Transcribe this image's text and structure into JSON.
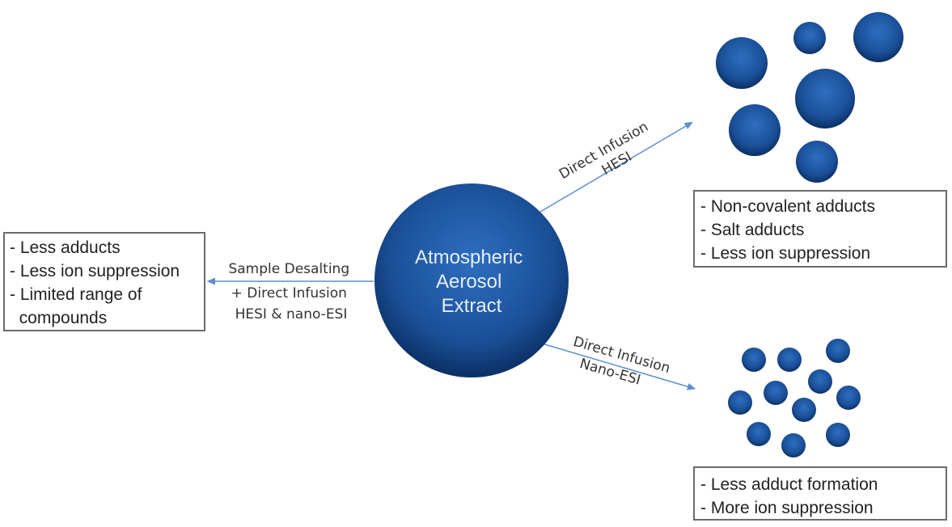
{
  "center": {
    "lines": [
      "Atmospheric",
      "Aerosol",
      "Extract"
    ]
  },
  "paths": {
    "left": {
      "lines": [
        "Sample Desalting",
        "+ Direct Infusion",
        "HESI & nano-ESI"
      ]
    },
    "hesi": {
      "lines": [
        "Direct Infusion",
        "HESI"
      ]
    },
    "nano": {
      "lines": [
        "Direct Infusion",
        "Nano-ESI"
      ]
    }
  },
  "boxes": {
    "left": {
      "lines": [
        "- Less adducts",
        "- Less ion suppression",
        "- Limited range of",
        "  compounds"
      ]
    },
    "hesi": {
      "lines": [
        "- Non-covalent adducts",
        "- Salt adducts",
        "- Less ion suppression"
      ]
    },
    "nano": {
      "lines": [
        "- Less adduct formation",
        "- More ion suppression"
      ]
    }
  },
  "colors": {
    "sphere": "#1f5aa8",
    "sphere_dark": "#0b2f63",
    "arrow": "#5b8fd0"
  }
}
